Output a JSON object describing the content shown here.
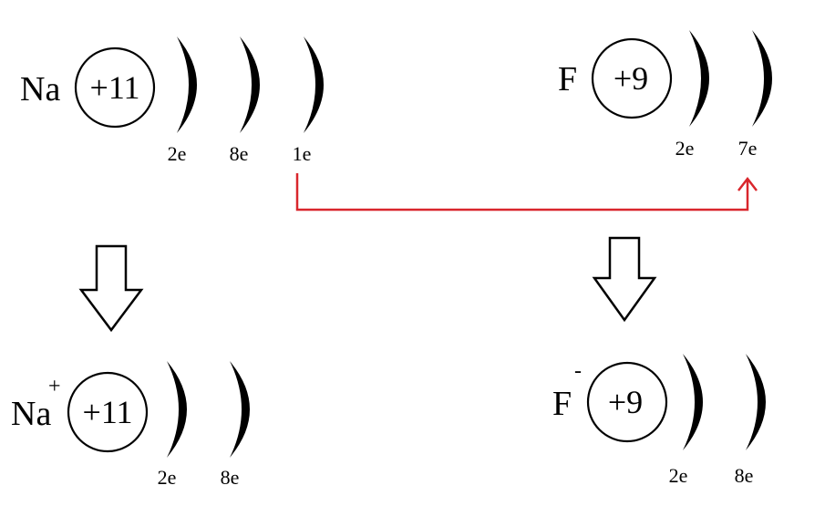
{
  "colors": {
    "transfer_arrow": "#d9262c",
    "ink": "#000000"
  },
  "atoms": {
    "na": {
      "symbol": "Na",
      "charge": "+11",
      "shells": [
        "2e",
        "8e",
        "1e"
      ]
    },
    "f": {
      "symbol": "F",
      "charge": "+9",
      "shells": [
        "2e",
        "7e"
      ]
    }
  },
  "ions": {
    "na": {
      "symbol": "Na",
      "superscript": "+",
      "charge": "+11",
      "shells": [
        "2e",
        "8e"
      ]
    },
    "f": {
      "symbol": "F",
      "superscript": "-",
      "charge": "+9",
      "shells": [
        "2e",
        "8e"
      ]
    }
  },
  "icons": [
    "down-arrow-icon",
    "electron-transfer-arrow"
  ]
}
